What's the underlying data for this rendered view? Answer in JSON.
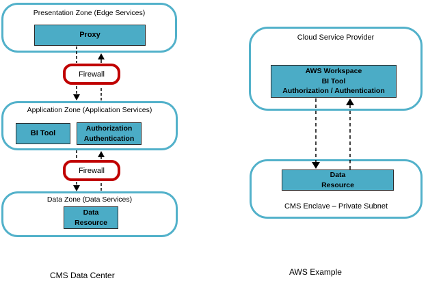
{
  "colors": {
    "teal_fill": "#4BACC6",
    "zone_border": "#52B1CA",
    "box_border": "#2b2b2b",
    "firewall_border": "#C00000",
    "arrow": "#000000"
  },
  "cms": {
    "caption": "CMS Data Center",
    "presentation_zone": {
      "title": "Presentation Zone (Edge Services)",
      "proxy": "Proxy"
    },
    "firewall_top": "Firewall",
    "application_zone": {
      "title": "Application Zone (Application Services)",
      "bi_tool": "BI Tool",
      "auth_line1": "Authorization",
      "auth_line2": "Authentication"
    },
    "firewall_bottom": "Firewall",
    "data_zone": {
      "title": "Data Zone (Data Services)",
      "data_line1": "Data",
      "data_line2": "Resource"
    }
  },
  "aws": {
    "caption": "AWS Example",
    "cloud_zone": {
      "title": "Cloud Service Provider",
      "workspace_line1": "AWS Workspace",
      "workspace_line2": "BI Tool",
      "workspace_line3": "Authorization / Authentication"
    },
    "enclave_zone": {
      "title": "CMS Enclave – Private Subnet",
      "data_line1": "Data",
      "data_line2": "Resource"
    }
  }
}
